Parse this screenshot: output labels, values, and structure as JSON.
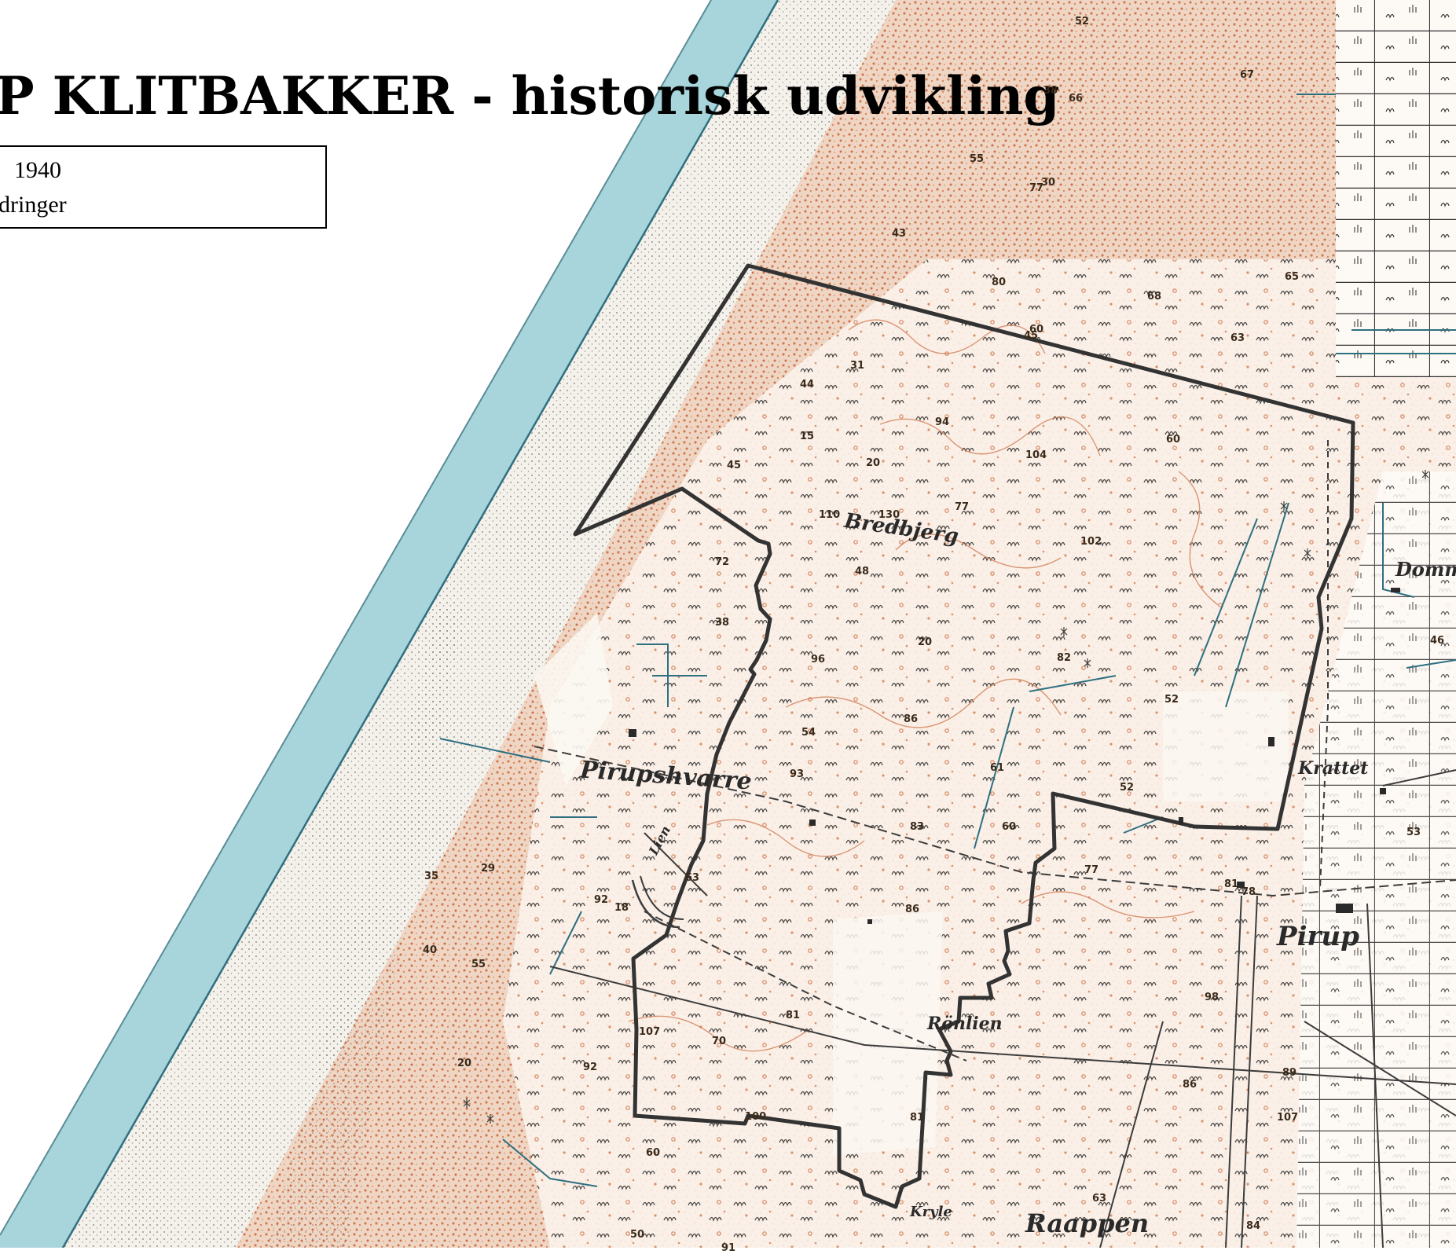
{
  "title": "P KLITBAKKER - historisk udvikling",
  "legend": {
    "line1": "1940",
    "line2": "dringer"
  },
  "colors": {
    "sea": "#a8d4dc",
    "beach": "#f4f0ea",
    "dune": "#d27e55",
    "boundary": "#333333",
    "stream": "#2e6f80",
    "road": "#3c3c3c"
  },
  "places": [
    {
      "name": "Bredbjerg"
    },
    {
      "name": "Pirupshvarre"
    },
    {
      "name": "Lien"
    },
    {
      "name": "Pirup"
    },
    {
      "name": "Krattet"
    },
    {
      "name": "Domm"
    },
    {
      "name": "Rönlien"
    },
    {
      "name": "Raappen"
    },
    {
      "name": "Kryle"
    }
  ],
  "spot_heights": [
    "52",
    "67",
    "38",
    "30",
    "66",
    "55",
    "77",
    "43",
    "80",
    "68",
    "45",
    "60",
    "63",
    "65",
    "31",
    "44",
    "15",
    "94",
    "60",
    "104",
    "20",
    "45",
    "77",
    "130",
    "110",
    "48",
    "102",
    "72",
    "38",
    "20",
    "96",
    "82",
    "52",
    "54",
    "93",
    "86",
    "83",
    "61",
    "52",
    "60",
    "77",
    "63",
    "92",
    "18",
    "86",
    "29",
    "55",
    "35",
    "40",
    "81",
    "20",
    "107",
    "92",
    "70",
    "100",
    "81",
    "60",
    "91",
    "50",
    "78",
    "98",
    "86",
    "89",
    "107",
    "53",
    "46",
    "81",
    "63",
    "84"
  ]
}
